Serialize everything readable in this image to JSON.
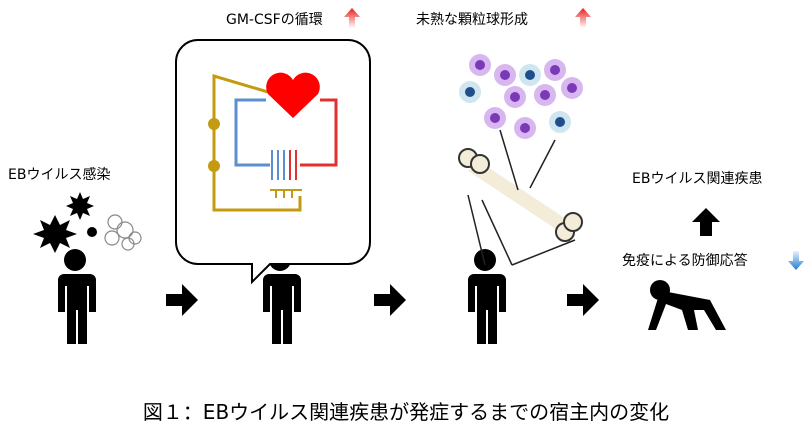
{
  "labels": {
    "infection": "EBウイルス感染",
    "gmcsf": "GM-CSFの循環",
    "granulocyte": "未熟な顆粒球形成",
    "disease": "EBウイルス関連疾患",
    "defense": "免疫による防御応答"
  },
  "caption": "図１：EBウイルス関連疾患が発症するまでの宿主内の変化",
  "colors": {
    "up": "#e8201c",
    "down": "#1f7ad0",
    "heart": "#ff0000",
    "gold": "#c49a10",
    "blue": "#5b8fd0",
    "red": "#e23030"
  }
}
